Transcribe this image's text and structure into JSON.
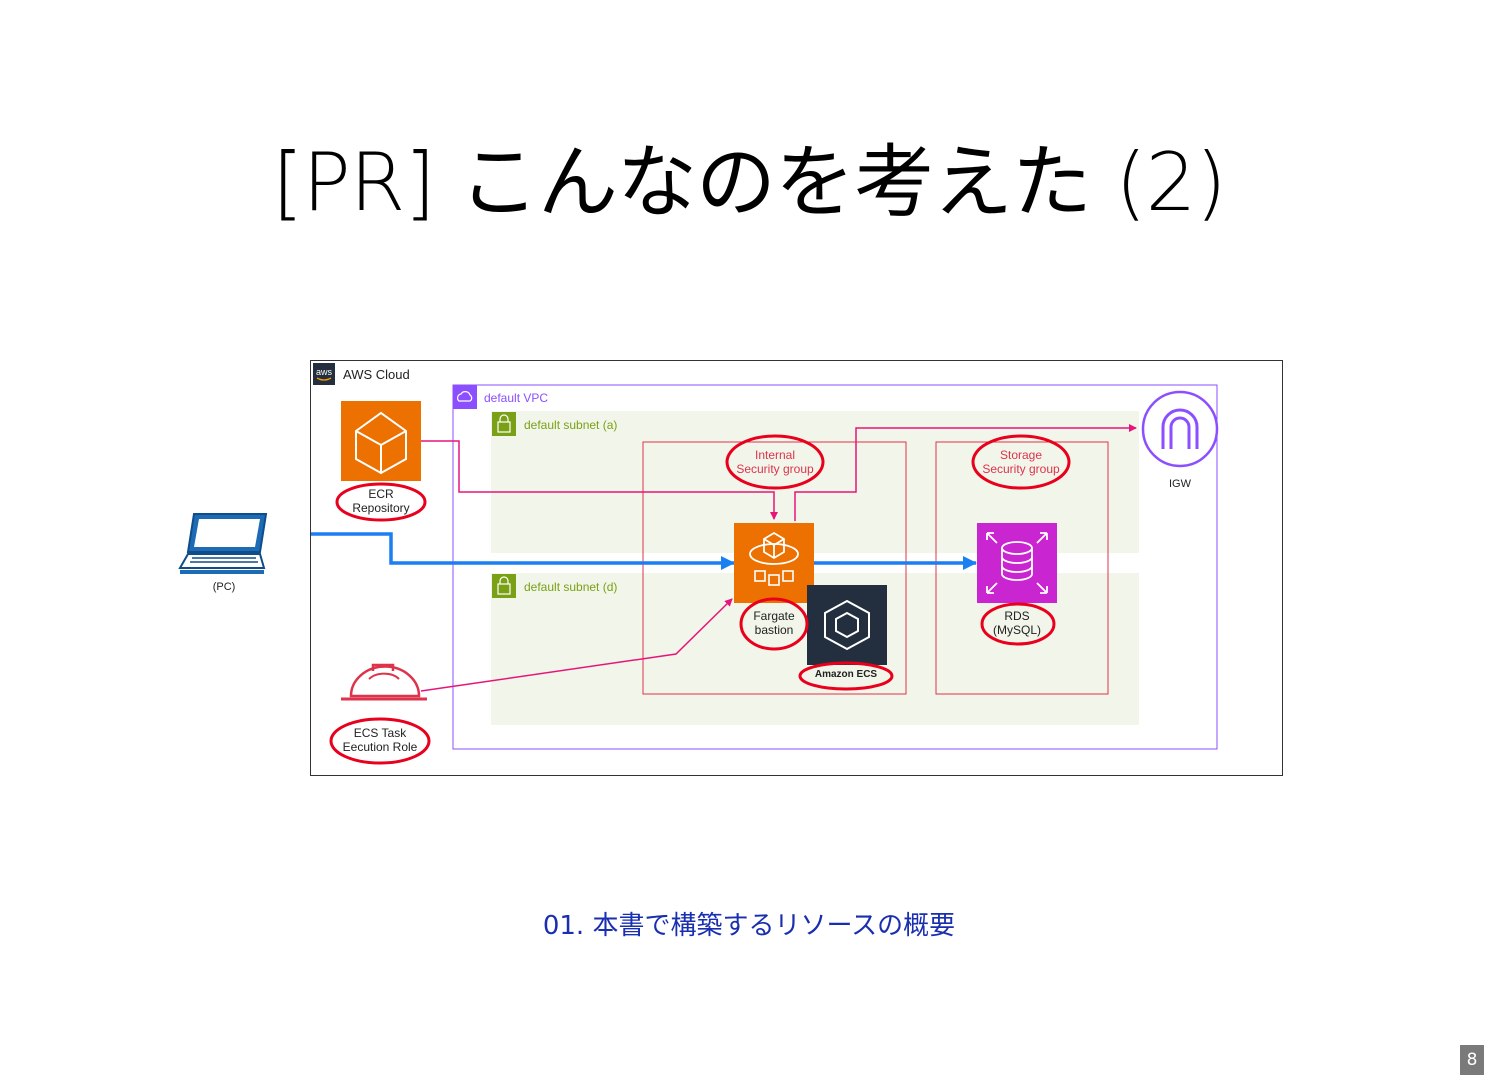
{
  "slide": {
    "title": "[PR] こんなのを考えた (2)",
    "caption": "01. 本書で構築するリソースの概要",
    "page_number": "8"
  },
  "diagram": {
    "aws_logo_text": "aws",
    "cloud_label": "AWS Cloud",
    "vpc_label": "default VPC",
    "subnet_a_label": "default subnet (a)",
    "subnet_d_label": "default subnet (d)",
    "internal_sg_label": [
      "Internal",
      "Security group"
    ],
    "storage_sg_label": [
      "Storage",
      "Security group"
    ],
    "ecr_label": [
      "ECR",
      "Repository"
    ],
    "pc_label": "(PC)",
    "fargate_label": [
      "Fargate",
      "bastion"
    ],
    "ecs_label": "Amazon ECS",
    "rds_label": [
      "RDS",
      "(MySQL)"
    ],
    "igw_label": "IGW",
    "role_label": [
      "ECS Task",
      "Eecution Role"
    ],
    "colors": {
      "orange": "#ed7100",
      "magenta": "#c925d1",
      "pink_arrow": "#e7157b",
      "blue_arrow": "#1a7ff0",
      "purple_vpc": "#8c4fff",
      "subnet_green": "#7aa116",
      "sg_red": "#dd344c",
      "highlight_red": "#e8001c",
      "ecs_dark": "#232f3e"
    }
  }
}
